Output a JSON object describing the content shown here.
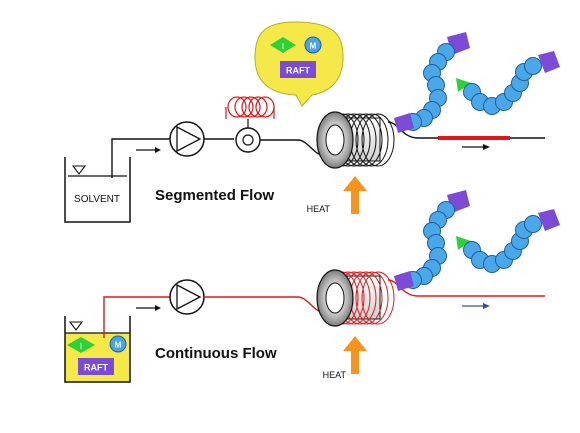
{
  "labels": {
    "solvent": "SOLVENT",
    "segmented_flow": "Segmented Flow",
    "continuous_flow": "Continuous Flow",
    "heat_top": "HEAT",
    "heat_bottom": "HEAT",
    "raft_bubble": "RAFT",
    "raft_beaker": "RAFT",
    "initiator_bubble": "I",
    "initiator_beaker": "I",
    "monomer_bubble": "M",
    "monomer_beaker": "M"
  },
  "colors": {
    "line_black": "#111111",
    "line_red": "#e01818",
    "coil_red": "#e01818",
    "segment_red": "#e01818",
    "bubble_yellow": "#f5e94a",
    "beaker_yellow": "#f5e94a",
    "raft_purple": "#7b4bd6",
    "initiator_green": "#2fd13a",
    "monomer_blue": "#4aa3e6",
    "bead_blue": "#4aa8e8",
    "end_purple": "#7b4bd6",
    "heat_orange": "#f7941d",
    "flow_arrow_blue": "#3050a0"
  }
}
